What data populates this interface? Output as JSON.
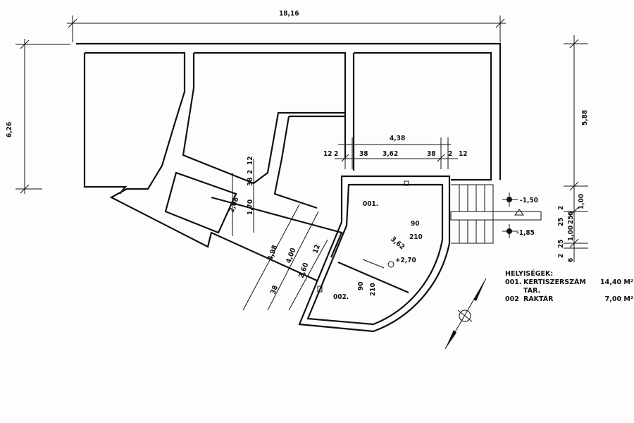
{
  "dimensions": {
    "overall_width": "18,16",
    "left_height": "6,26",
    "right_height": "5,88",
    "top_span": "4,38",
    "top_sub": [
      "12",
      "2",
      "38",
      "3,62",
      "38",
      "2",
      "12"
    ],
    "right_stair": [
      "2",
      "1,00",
      "6",
      "25",
      "1,00",
      "25",
      "2",
      "25",
      "6"
    ],
    "diag_small": [
      "2,08",
      "1,70",
      "38",
      "2",
      "12"
    ],
    "diag_large": [
      "4,98",
      "4,00",
      "2,60",
      "12",
      "38"
    ]
  },
  "rooms": [
    {
      "id": "001.",
      "door_w": "90",
      "door_h": "210",
      "width": "3,62"
    },
    {
      "id": "002.",
      "door_w": "90",
      "door_h": "210"
    }
  ],
  "levels": {
    "floor": "+2,70",
    "upper": "-1,50",
    "lower": "-1,85"
  },
  "legend": {
    "title": "HELYISÉGEK:",
    "rows": [
      {
        "no": "001.",
        "name": "KERTISZERSZÁM TAR.",
        "area": "14,40 M²"
      },
      {
        "no": "002",
        "name": "RAKTÁR",
        "area": "7,00 M²"
      }
    ]
  }
}
